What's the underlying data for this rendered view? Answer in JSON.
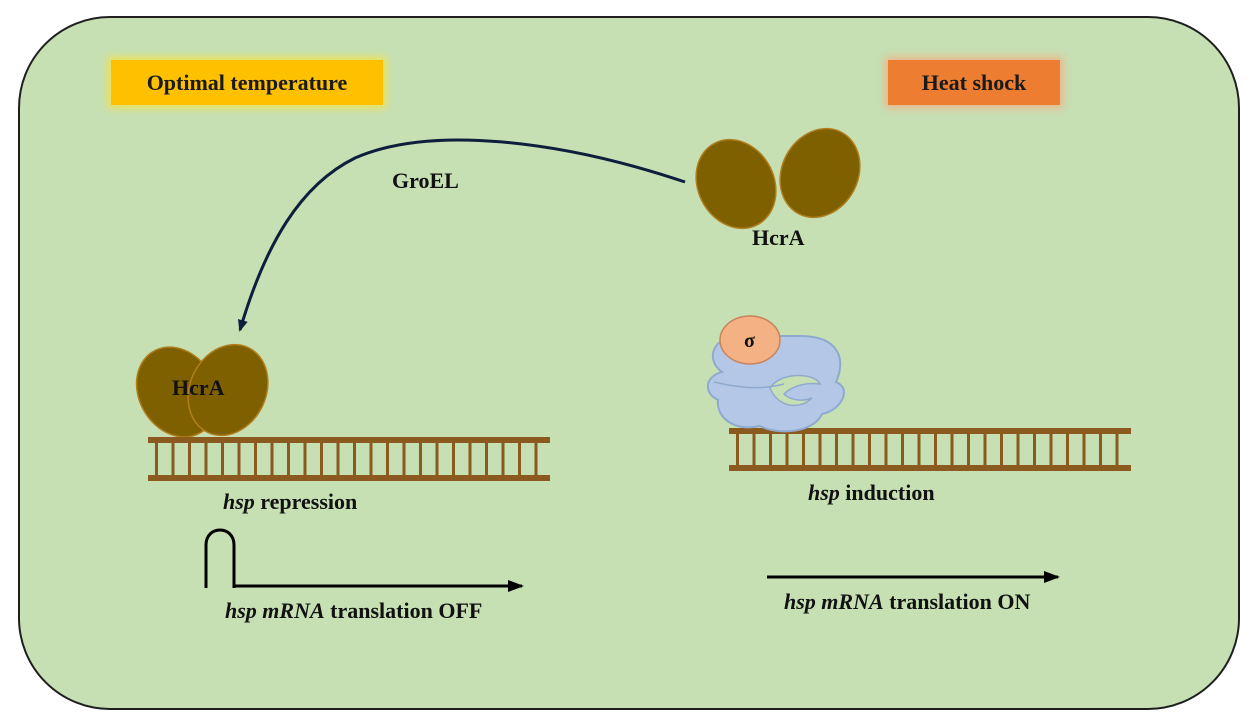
{
  "colors": {
    "panel_background": "#c6e0b4",
    "optimal_badge": "#ffc000",
    "heat_badge": "#ed7d31",
    "hcra_protein": "#7f6000",
    "dna_ladder": "#8b5a1e",
    "sigma_factor": "#f4b183",
    "polymerase": "#b4c7e7",
    "arrow": "#0d1f3c"
  },
  "headers": {
    "optimal": "Optimal temperature",
    "heat": "Heat shock"
  },
  "labels": {
    "groel": "GroEL",
    "hcra_top": "HcrA",
    "hcra_bound": "HcrA",
    "sigma": "σ",
    "repression_gene": "hsp",
    "repression_word": "repression",
    "induction_gene": "hsp",
    "induction_word": "induction",
    "off_gene": "hsp mRNA",
    "off_word": "translation OFF",
    "on_gene": "hsp mRNA",
    "on_word": "translation ON"
  },
  "icons": {
    "hcra": "hcra-dimer-icon",
    "sigma": "sigma-factor-icon",
    "polymerase": "rna-polymerase-icon",
    "dna": "dna-ladder-icon",
    "promoter_hairpin": "hairpin-icon"
  }
}
